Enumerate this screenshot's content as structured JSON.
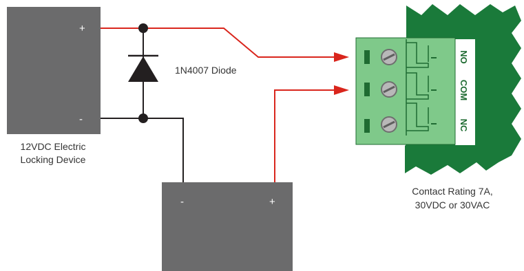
{
  "locking_device": {
    "plus_label": "+",
    "minus_label": "-",
    "caption_line1": "12VDC Electric",
    "caption_line2": "Locking Device"
  },
  "diode": {
    "label": "1N4007 Diode"
  },
  "power_supply": {
    "minus_label": "-",
    "plus_label": "+"
  },
  "relay": {
    "terminal_labels": [
      "NO",
      "COM",
      "NC"
    ],
    "rating_line1": "Contact Rating 7A,",
    "rating_line2": "30VDC or 30VAC"
  },
  "colors": {
    "device_gray": "#6b6b6c",
    "wire_red": "#d9251c",
    "wire_black": "#231f20",
    "board_green": "#1a7a3a",
    "terminal_green": "#7fc98a"
  }
}
